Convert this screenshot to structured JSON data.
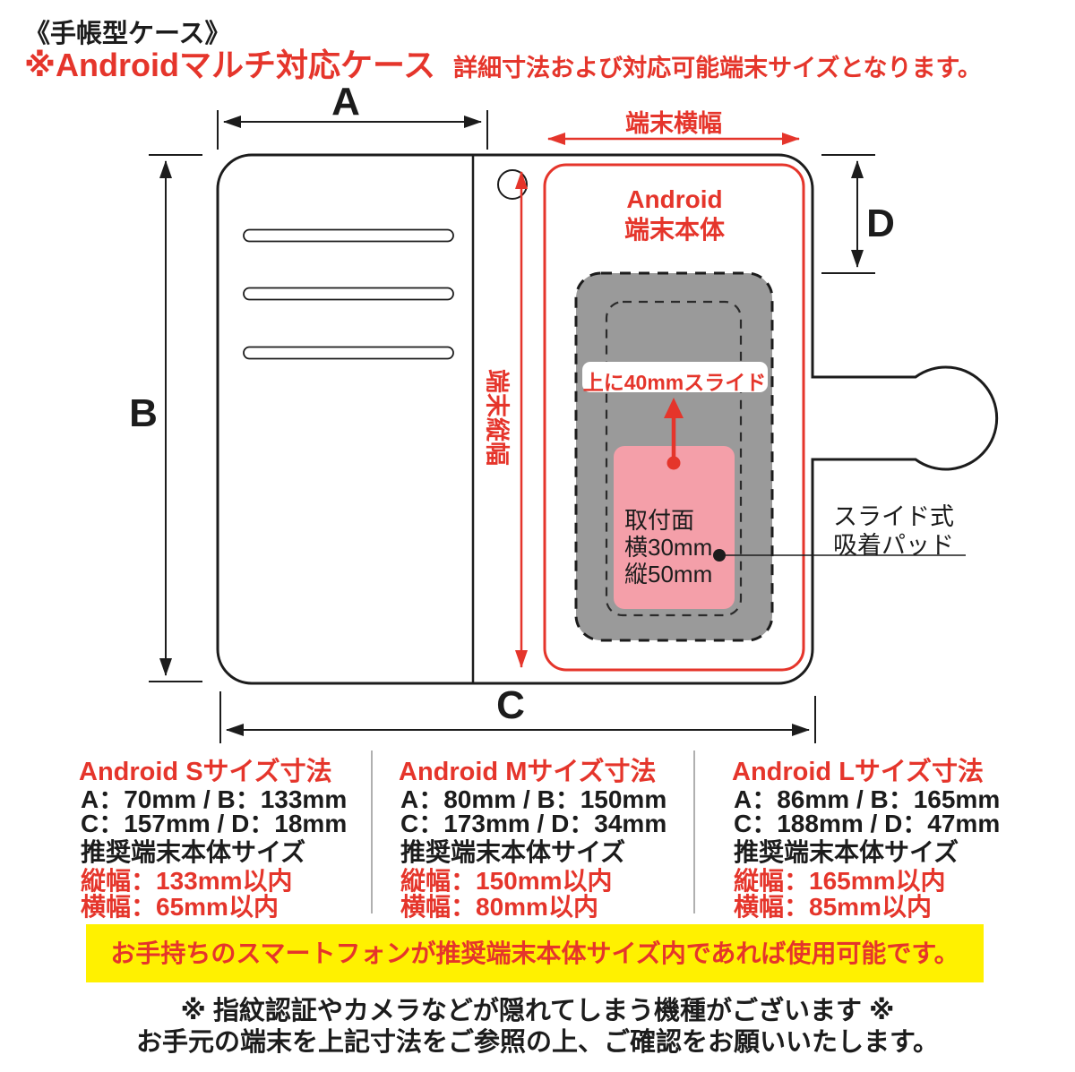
{
  "header": {
    "case_type": "《手帳型ケース》",
    "title": "※Androidマルチ対応ケース",
    "subtitle": "詳細寸法および対応可能端末サイズとなります。"
  },
  "diagram": {
    "dim_a": "A",
    "dim_b": "B",
    "dim_c": "C",
    "dim_d": "D",
    "device_width_label": "端末横幅",
    "device_height_label": "端末縦幅",
    "device_body_line1": "Android",
    "device_body_line2": "端末本体",
    "slide_label": "上に40mmスライド",
    "pad_line1": "取付面",
    "pad_line2": "横30mm",
    "pad_line3": "縦50mm",
    "slide_pad_line1": "スライド式",
    "slide_pad_line2": "吸着パッド",
    "colors": {
      "accent_red": "#e5352b",
      "pad_pink": "#f49fa9",
      "slide_gray": "#9a9a9a",
      "banner_yellow": "#fff100"
    }
  },
  "sizes": [
    {
      "heading": "Android Sサイズ寸法",
      "dims_ab": "A：70mm / B：133mm",
      "dims_cd": "C：157mm / D：18mm",
      "recommend_label": "推奨端末本体サイズ",
      "height_limit": "縦幅：133mm以内",
      "width_limit": "横幅：65mm以内"
    },
    {
      "heading": "Android Mサイズ寸法",
      "dims_ab": "A：80mm / B：150mm",
      "dims_cd": "C：173mm / D：34mm",
      "recommend_label": "推奨端末本体サイズ",
      "height_limit": "縦幅：150mm以内",
      "width_limit": "横幅：80mm以内"
    },
    {
      "heading": "Android Lサイズ寸法",
      "dims_ab": "A：86mm / B：165mm",
      "dims_cd": "C：188mm / D：47mm",
      "recommend_label": "推奨端末本体サイズ",
      "height_limit": "縦幅：165mm以内",
      "width_limit": "横幅：85mm以内"
    }
  ],
  "banner": "お手持ちのスマートフォンが推奨端末本体サイズ内であれば使用可能です。",
  "notes": [
    "※ 指紋認証やカメラなどが隠れてしまう機種がございます ※",
    "お手元の端末を上記寸法をご参照の上、ご確認をお願いいたします。"
  ]
}
